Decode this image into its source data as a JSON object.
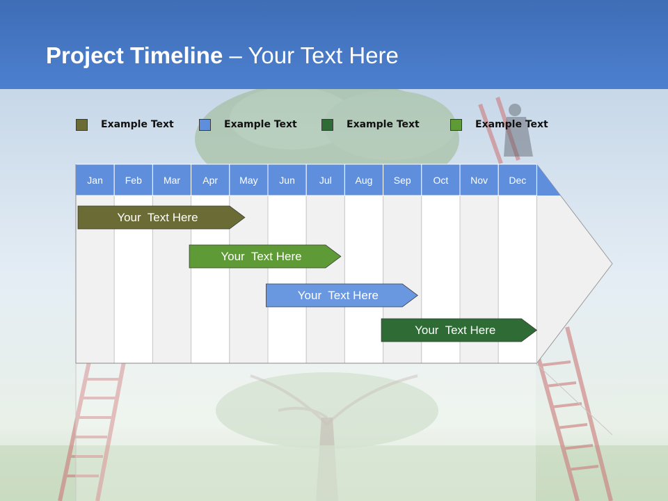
{
  "title": {
    "bold": "Project Timeline",
    "rest": " – Your Text Here"
  },
  "legend": [
    {
      "label": "Example Text",
      "color": "#6b6b35"
    },
    {
      "label": "Example Text",
      "color": "#5f8fdc"
    },
    {
      "label": "Example Text",
      "color": "#2f6b34"
    },
    {
      "label": "Example Text",
      "color": "#5e9a35"
    }
  ],
  "timeline": {
    "months": [
      "Jan",
      "Feb",
      "Mar",
      "Apr",
      "May",
      "Jun",
      "Jul",
      "Aug",
      "Sep",
      "Oct",
      "Nov",
      "Dec"
    ],
    "header_color": "#5f8fdc",
    "bars": [
      {
        "label": "Your  Text Here",
        "start_month": 1,
        "end_month": 4.4,
        "color": "#6b6b35"
      },
      {
        "label": "Your  Text Here",
        "start_month": 3.9,
        "end_month": 6.9,
        "color": "#5e9a35"
      },
      {
        "label": "Your  Text Here",
        "start_month": 5.9,
        "end_month": 8.9,
        "color": "#6a98e0"
      },
      {
        "label": "Your  Text Here",
        "start_month": 8.9,
        "end_month": 12.0,
        "color": "#2f6b34"
      }
    ]
  }
}
